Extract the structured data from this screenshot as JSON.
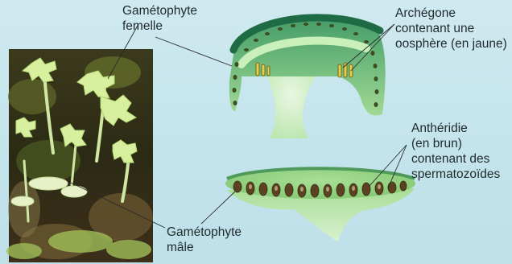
{
  "figure": {
    "background_color": "#c6e4ec",
    "labels": {
      "female_gametophyte": "Gamétophyte\nfemelle",
      "archegone": "Archégone\ncontenant une\noosphère (en jaune)",
      "antheridie": "Anthéridie\n(en brun)\ncontenant des\nspermatozoïdes",
      "male_gametophyte": "Gamétophyte\nmâle"
    },
    "colors": {
      "label_text": "#1f2a2c",
      "leader_line": "#2b2b2b",
      "archegonium_yellow": "#e4cf4a",
      "antheridium_brown": "#5b4322",
      "tissue_green": "#8fd07a",
      "tissue_dark_green": "#2f7a4d"
    }
  }
}
